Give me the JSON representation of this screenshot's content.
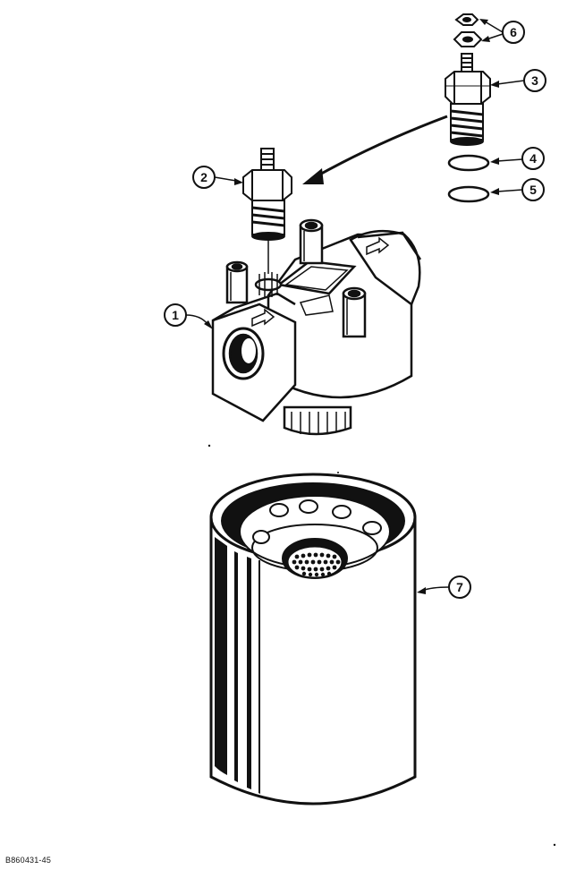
{
  "figure_code": "B860431-45",
  "callouts": [
    {
      "id": "1",
      "part": "filter-head"
    },
    {
      "id": "2",
      "part": "relief-valve-installed"
    },
    {
      "id": "3",
      "part": "relief-valve"
    },
    {
      "id": "4",
      "part": "o-ring-upper"
    },
    {
      "id": "5",
      "part": "o-ring-lower"
    },
    {
      "id": "6",
      "part": "nuts"
    },
    {
      "id": "7",
      "part": "filter-element"
    }
  ],
  "colors": {
    "line": "#111111",
    "fill": "#ffffff",
    "shade": "#222222"
  }
}
